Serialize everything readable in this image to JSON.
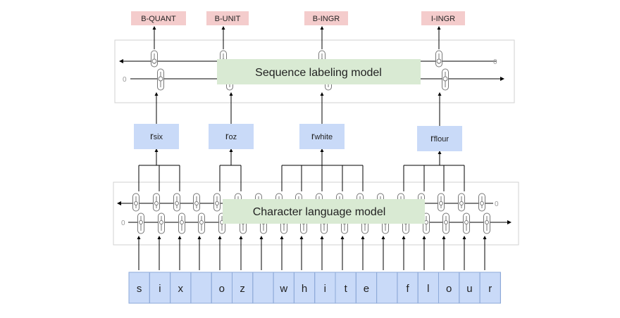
{
  "tags": [
    "B-QUANT",
    "B-UNIT",
    "B-INGR",
    "I-INGR"
  ],
  "sequence_model": {
    "label": "Sequence labeling model"
  },
  "char_model": {
    "label": "Character language model"
  },
  "representations": [
    {
      "prefix": "r",
      "sub": "six"
    },
    {
      "prefix": "r",
      "sub": "oz"
    },
    {
      "prefix": "r",
      "sub": "white"
    },
    {
      "prefix": "r",
      "sub": "flour"
    }
  ],
  "characters": [
    "s",
    "i",
    "x",
    "",
    "o",
    "z",
    "",
    "w",
    "h",
    "i",
    "t",
    "e",
    "",
    "f",
    "l",
    "o",
    "u",
    "r"
  ],
  "colors": {
    "tag_fill": "#f4cccc",
    "rep_fill": "#c9daf8",
    "char_fill": "#c9daf8",
    "model_fill": "#d9ead3",
    "frame": "#d0d0d0",
    "line": "#000000"
  }
}
